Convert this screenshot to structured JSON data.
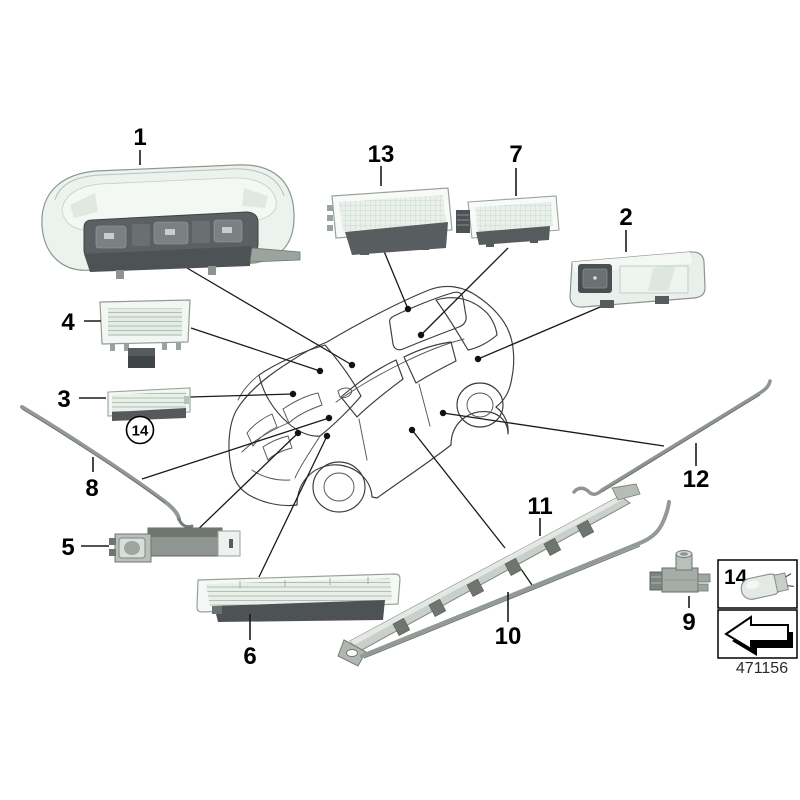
{
  "diagram": {
    "type": "parts-diagram",
    "subject": "car interior lights exploded view",
    "part_number": "471156",
    "callouts": {
      "1": {
        "label": "1"
      },
      "2": {
        "label": "2"
      },
      "3": {
        "label": "3"
      },
      "4": {
        "label": "4"
      },
      "5": {
        "label": "5"
      },
      "6": {
        "label": "6"
      },
      "7": {
        "label": "7"
      },
      "8": {
        "label": "8"
      },
      "9": {
        "label": "9"
      },
      "10": {
        "label": "10"
      },
      "11": {
        "label": "11"
      },
      "12": {
        "label": "12"
      },
      "13": {
        "label": "13"
      },
      "14": {
        "label": "14"
      }
    },
    "circled_callout": {
      "label": "14"
    },
    "legend": {
      "bulb_ref": "14"
    },
    "colors": {
      "lens_mint": "#e9f0ea",
      "shell_white": "#f5f9f6",
      "base_dark": "#4d5254",
      "panel_dark": "#5b6062",
      "metal_gray": "#939994",
      "leader_line": "#1a1a1a"
    }
  }
}
